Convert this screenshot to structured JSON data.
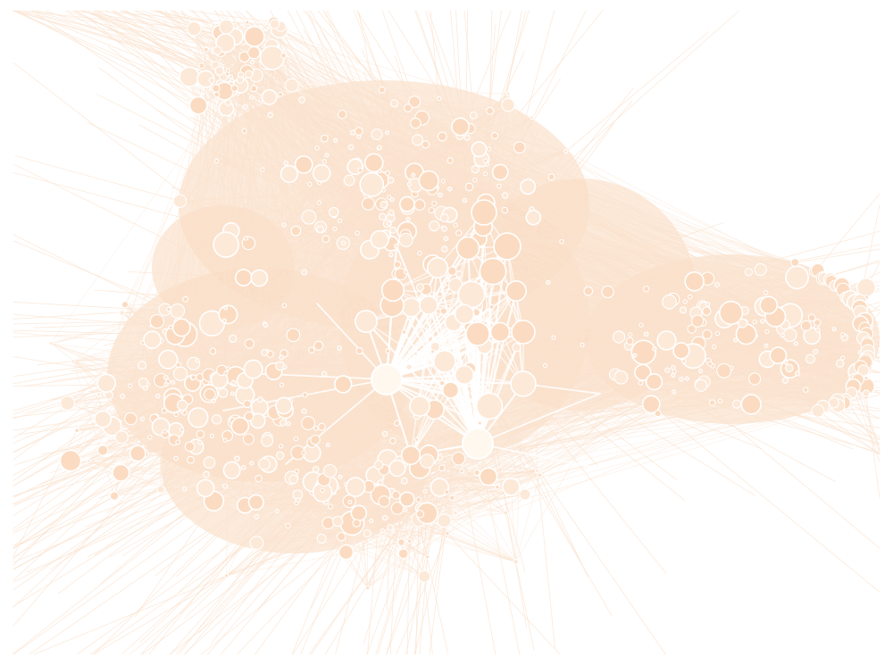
{
  "graph": {
    "type": "force-directed-network",
    "labels_visible": false,
    "colors": {
      "background": "#ffffff",
      "edge": "#fbe3cf",
      "edge_dense": "#f9d9bd",
      "node_fill": "#fbdcc2",
      "node_fill_light": "#fde9d8",
      "node_hub": "#fff8ef",
      "node_stroke": "#ffffff",
      "hub_edge": "#ffffff"
    },
    "clusters": [
      {
        "id": "top-left-arm"
      },
      {
        "id": "upper-core"
      },
      {
        "id": "central-hub-cluster"
      },
      {
        "id": "right-wing"
      },
      {
        "id": "lower-left-fan"
      },
      {
        "id": "bottom-fan"
      }
    ],
    "hubs": [
      {
        "id": "hub-a"
      },
      {
        "id": "hub-b"
      }
    ]
  }
}
